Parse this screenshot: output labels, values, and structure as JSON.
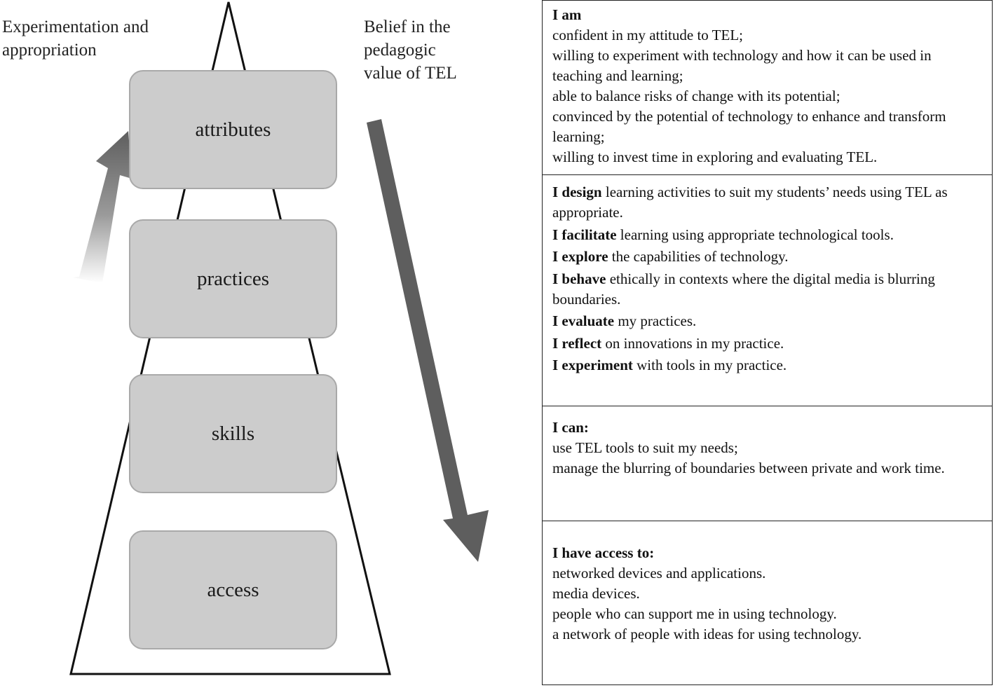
{
  "left_captions": {
    "experimentation": "Experimentation and appropriation",
    "belief": "Belief in the pedagogic value of TEL"
  },
  "levels": [
    "attributes",
    "practices",
    "skills",
    "access"
  ],
  "table": {
    "attributes_cell": {
      "heading": "I am",
      "lines": [
        "confident in my attitude to TEL;",
        "willing to experiment with technology and how it can be used in teaching and learning;",
        "able to balance risks of change with its potential;",
        "convinced by the potential of technology to enhance and transform learning;",
        "willing to invest time in exploring and evaluating TEL."
      ]
    },
    "practices_cell": {
      "items": [
        {
          "verb": "I design",
          "rest": " learning activities to suit my students’ needs using TEL as appropriate."
        },
        {
          "verb": "I facilitate",
          "rest": " learning using appropriate technological tools."
        },
        {
          "verb": "I explore",
          "rest": " the capabilities of technology."
        },
        {
          "verb": "I behave",
          "rest": " ethically in contexts where the digital media is blurring boundaries."
        },
        {
          "verb": "I evaluate",
          "rest": " my practices."
        },
        {
          "verb": "I reflect",
          "rest": " on innovations in my practice."
        },
        {
          "verb": "I experiment",
          "rest": " with tools in my practice."
        }
      ]
    },
    "skills_cell": {
      "heading": "I can:",
      "lines": [
        "use TEL tools to suit my needs;",
        "manage the blurring of boundaries between private and work time."
      ]
    },
    "access_cell": {
      "heading": "I have access to:",
      "lines": [
        "networked devices and applications.",
        "media devices.",
        "people who can support me in using technology.",
        "a network of people with ideas for using technology."
      ]
    }
  },
  "colors": {
    "box_fill": "#cccccc",
    "arrow": "#5e5e5e",
    "outline": "#111111"
  }
}
